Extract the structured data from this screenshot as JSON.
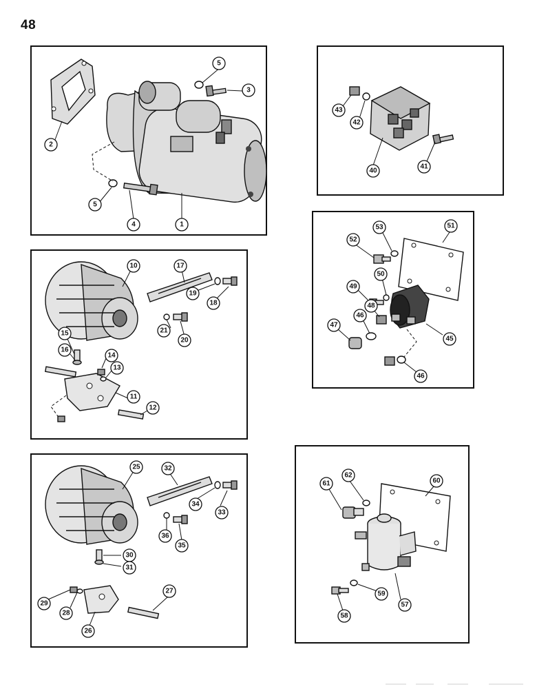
{
  "page_number": "48",
  "panels": {
    "starter": {
      "callouts": [
        "2",
        "5",
        "3",
        "5",
        "4",
        "1"
      ]
    },
    "relay_a": {
      "callouts": [
        "43",
        "42",
        "40",
        "41"
      ]
    },
    "solenoid_a": {
      "callouts": [
        "53",
        "51",
        "52",
        "50",
        "49",
        "48",
        "46",
        "47",
        "45",
        "46"
      ]
    },
    "alternator_a": {
      "callouts": [
        "10",
        "17",
        "19",
        "18",
        "21",
        "20",
        "15",
        "16",
        "14",
        "13",
        "11",
        "12"
      ]
    },
    "alternator_b": {
      "callouts": [
        "25",
        "32",
        "34",
        "33",
        "36",
        "35",
        "30",
        "31",
        "29",
        "28",
        "26",
        "27"
      ]
    },
    "solenoid_b": {
      "callouts": [
        "61",
        "62",
        "60",
        "57",
        "58",
        "59"
      ]
    }
  }
}
